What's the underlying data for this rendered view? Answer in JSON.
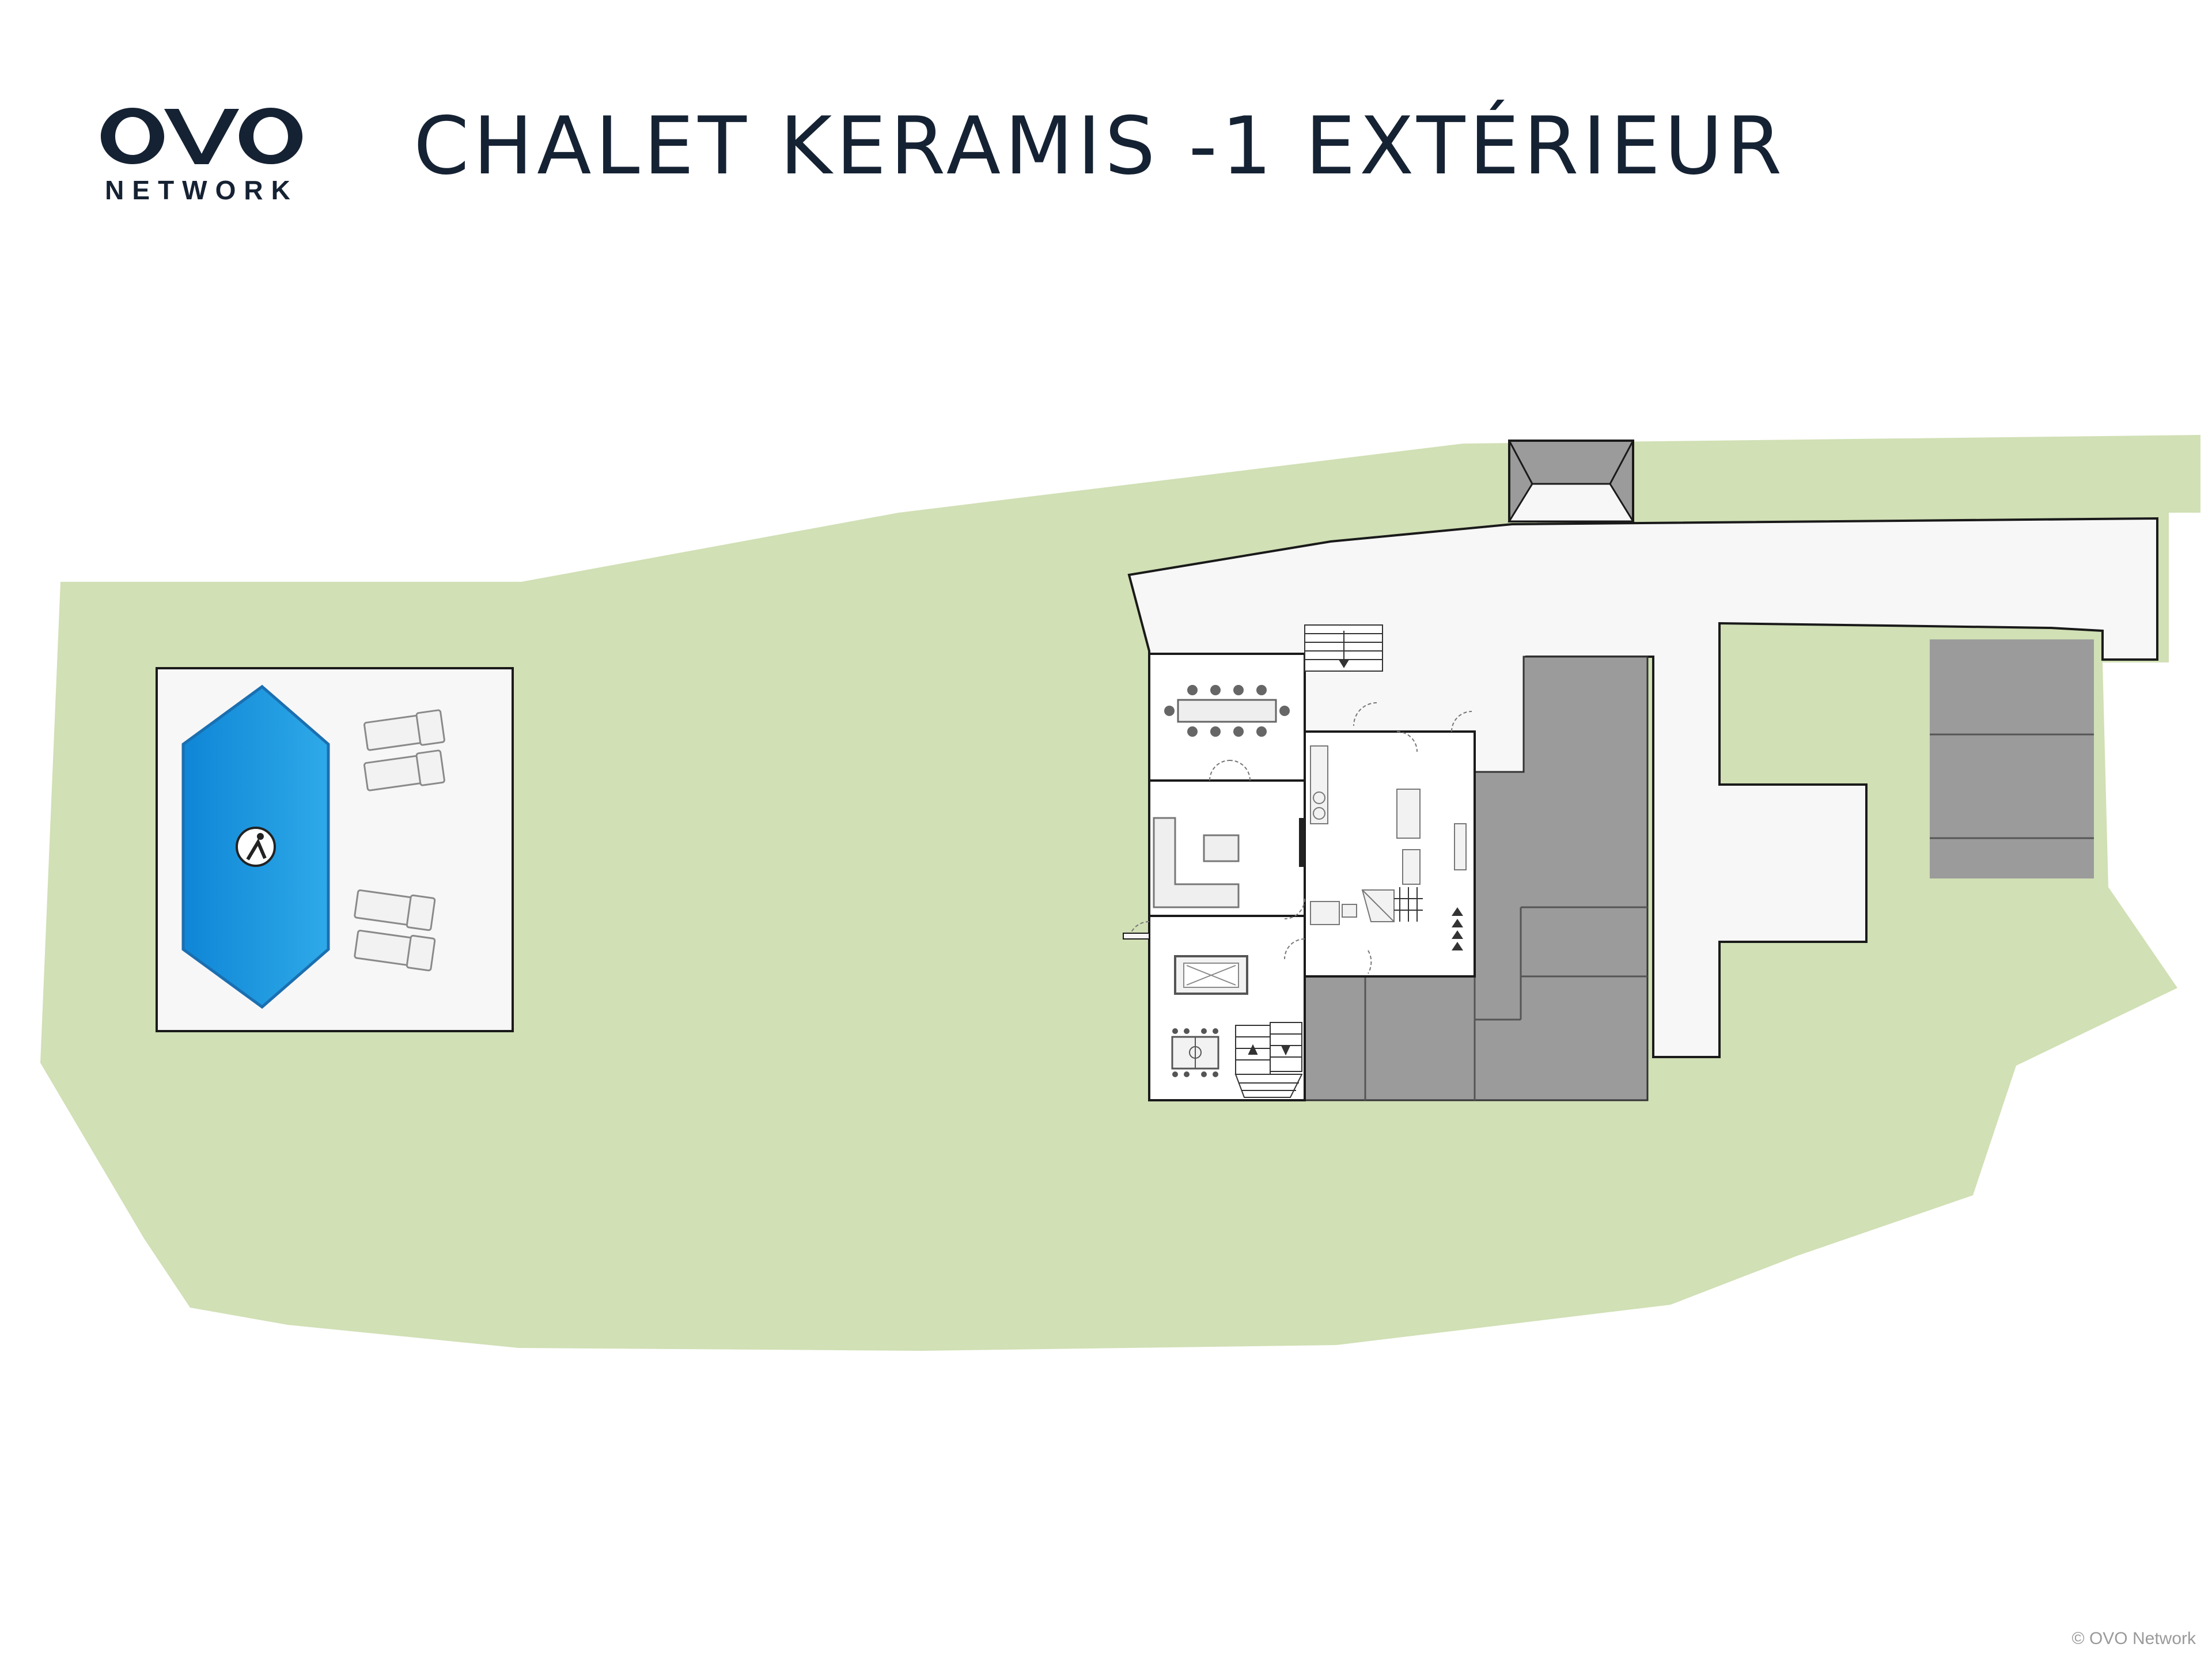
{
  "header": {
    "title": "CHALET KERAMIS -1 EXTÉRIEUR",
    "brand_logo_text": "OVO",
    "brand_word": "NETWORK"
  },
  "footer": {
    "copyright": "© OVO Network"
  },
  "colors": {
    "lawn": "#d1e0b5",
    "terrace": "#f7f7f7",
    "outline": "#1a1a1a",
    "pool_light": "#2ea9e8",
    "pool_dark": "#0f86d6",
    "building_gray": "#9b9b9b",
    "brand": "#152233"
  },
  "icons": {
    "pool_entry": "person-entering-water-icon",
    "sunbed": "sun-lounger-icon",
    "dining": "dining-table-icon",
    "billiard": "billiard-table-icon",
    "foosball": "foosball-table-icon",
    "sofa": "sofa-icon",
    "stairs": "stairs-icon",
    "door": "door-swing-icon"
  }
}
